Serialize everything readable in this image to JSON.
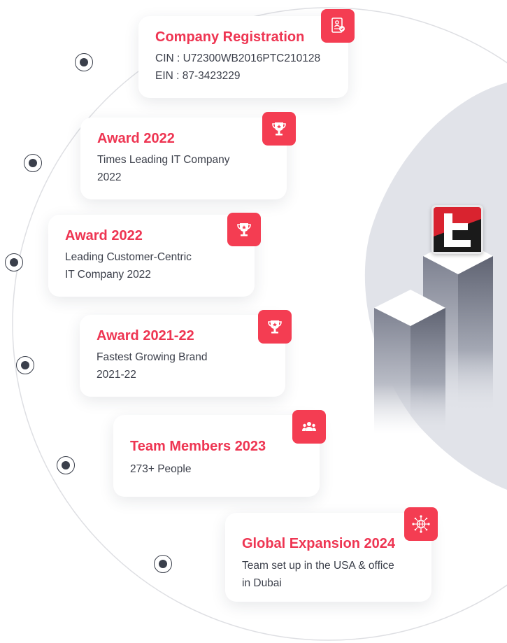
{
  "colors": {
    "accent": "#f43d52",
    "title": "#ee3552",
    "text": "#3b3f4a",
    "blob": "#e1e3e9"
  },
  "cards": [
    {
      "title": "Company Registration",
      "lines": [
        "CIN : U72300WB2016PTC210128",
        "EIN : 87-3423229"
      ],
      "icon": "certificate-icon"
    },
    {
      "title": "Award 2022",
      "lines": [
        "Times Leading IT Company",
        "2022"
      ],
      "icon": "trophy-icon"
    },
    {
      "title": "Award 2022",
      "lines": [
        "Leading Customer-Centric",
        "IT Company 2022"
      ],
      "icon": "trophy-icon"
    },
    {
      "title": "Award 2021-22",
      "lines": [
        "Fastest Growing Brand",
        "2021-22"
      ],
      "icon": "trophy-icon"
    },
    {
      "title": "Team Members 2023",
      "lines": [
        "273+ People"
      ],
      "icon": "team-icon"
    },
    {
      "title": "Global Expansion 2024",
      "lines": [
        "Team set up in the USA & office",
        "in Dubai"
      ],
      "icon": "globe-network-icon"
    }
  ],
  "logo": {
    "icon": "brand-logo-icon"
  }
}
